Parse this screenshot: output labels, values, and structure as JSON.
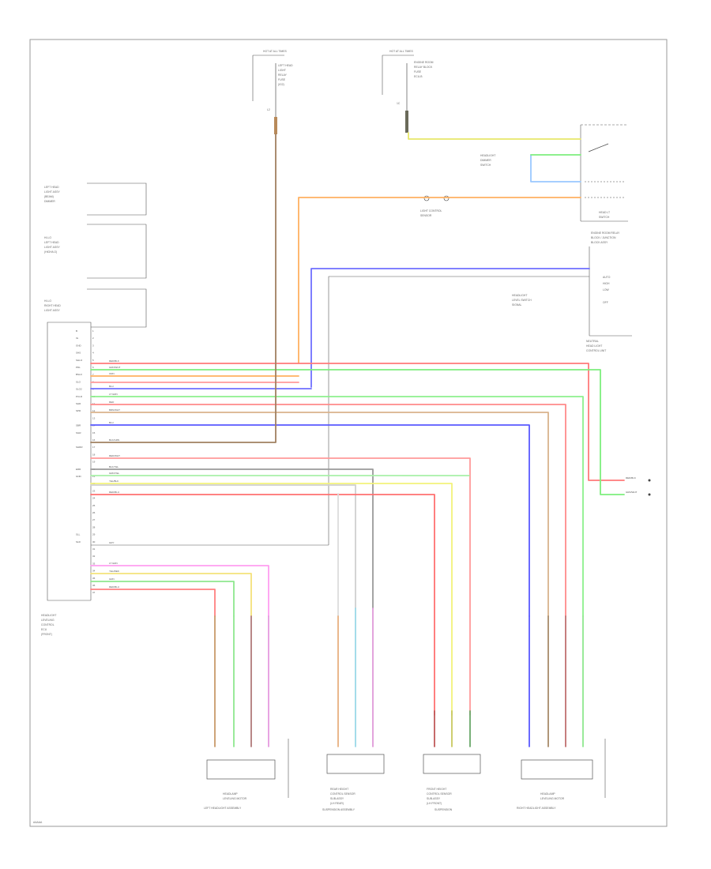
{
  "page": {
    "footer_code": "AAAAA"
  },
  "fuses": [
    {
      "id": "fuse-left",
      "title": "HOT AT ALL TIMES",
      "lines": [
        "LEFT HEAD",
        "LIGHT",
        "RELAY",
        "FUSE",
        "(IG2)"
      ],
      "pin": "L2"
    },
    {
      "id": "fuse-right",
      "title": "HOT AT ALL TIMES",
      "lines": [
        "ENGINE ROOM",
        "RELAY BLOCK",
        "FUSE",
        "ECU-B"
      ],
      "pin": "1C"
    }
  ],
  "left_modules": [
    {
      "lines": [
        "LEFT HEAD",
        "LIGHT ASSY",
        "(BEAM)",
        "DIMMER"
      ]
    },
    {
      "lines": [
        "HI-LO",
        "LEFT HEAD",
        "LIGHT ASSY",
        "(HIGH/LO)"
      ]
    },
    {
      "lines": [
        "HI-LO",
        "RIGHT HEAD",
        "LIGHT ASSY"
      ]
    }
  ],
  "ecu": {
    "label_lines": [
      "HEADLIGHT",
      "LEVELING",
      "CONTROL",
      "ECU",
      "(FRONT)"
    ]
  },
  "combo_switch": {
    "label_lines": [
      "HEADLIGHT",
      "DIMMER",
      "SWITCH"
    ],
    "caption": [
      "HEAD LT",
      "SWITCH"
    ]
  },
  "light_control": {
    "label_lines": [
      "LIGHT CONTROL",
      "SENSOR"
    ]
  },
  "power_source": {
    "title_lines": [
      "ENGINE ROOM RELAY",
      "BLOCK / JUNCTION",
      "BLOCK ASSY"
    ],
    "label_lines": [
      "HEADLIGHT",
      "LEVEL SWITCH",
      "SIGNAL"
    ],
    "caption": [
      "NEUTRAL",
      "HEAD LIGHT",
      "CONTROL UNIT"
    ],
    "pins": [
      "AUTO",
      "HIGH",
      "LOW",
      "OFF"
    ]
  },
  "bottom_components": [
    {
      "id": "left-actuator",
      "lines": [
        "HEADLAMP",
        "LEVELING MOTOR"
      ],
      "caption": "LEFT HEADLIGHT ASSEMBLY"
    },
    {
      "id": "rear-sensor",
      "lines": [
        "REAR HEIGHT",
        "CONTROL SENSOR",
        "SUB-ASSY",
        "(LH REAR)"
      ],
      "caption": "SUSPENSION ASSEMBLY"
    },
    {
      "id": "front-sensor",
      "lines": [
        "FRONT HEIGHT",
        "CONTROL SENSOR",
        "SUB-ASSY",
        "(LH FRONT)"
      ],
      "caption": "SUSPENSION"
    },
    {
      "id": "right-actuator",
      "lines": [
        "HEADLAMP",
        "LEVELING MOTOR"
      ],
      "caption": "RIGHT HEADLIGHT ASSEMBLY"
    }
  ],
  "right_connectors": [
    {
      "id": "conn-red",
      "label": "RED/BLK"
    },
    {
      "id": "conn-green",
      "label": "GRN/WHT"
    }
  ],
  "ecu_pins": [
    "1",
    "2",
    "3",
    "4",
    "5",
    "6",
    "7",
    "8",
    "9",
    "10",
    "11",
    "12",
    "13",
    "14",
    "15",
    "16",
    "17",
    "18",
    "19",
    "20",
    "21",
    "22",
    "23",
    "24",
    "25",
    "26",
    "27",
    "28",
    "29",
    "30",
    "31",
    "32",
    "33",
    "34",
    "35",
    "36",
    "37"
  ],
  "ecu_pin_names": [
    "B",
    "IG",
    "GND",
    "SHS",
    "SHLO",
    "PDL",
    "BSLO",
    "SLO",
    "SLO2",
    "PCLR",
    "SHR",
    "SPR",
    "",
    "SBR",
    "SGR",
    "",
    "SHRR",
    "",
    "",
    "ERR",
    "GND",
    "",
    "",
    "",
    "",
    "",
    "",
    "",
    "SLL",
    "SLR",
    "",
    "",
    "",
    "",
    "",
    "",
    ""
  ],
  "wires": [
    {
      "id": "w-red-1",
      "label": "RED/BLK",
      "color": "#ff7a7a"
    },
    {
      "id": "w-green-1",
      "label": "GRN/WHT",
      "color": "#7dee7d"
    },
    {
      "id": "w-orange",
      "label": "ORN",
      "color": "#ffb060"
    },
    {
      "id": "w-blue-1",
      "label": "BLU",
      "color": "#6f6fff"
    },
    {
      "id": "w-green-2",
      "label": "LT GRN",
      "color": "#8df08d"
    },
    {
      "id": "w-red-2",
      "label": "RED",
      "color": "#ff8a8a"
    },
    {
      "id": "w-tan",
      "label": "BRN/WHT",
      "color": "#d9b38c"
    },
    {
      "id": "w-blue-2",
      "label": "BLU",
      "color": "#5a5aff"
    },
    {
      "id": "w-brown",
      "label": "BLK/GRN",
      "color": "#a08060"
    },
    {
      "id": "w-red-3",
      "label": "RED/WHT",
      "color": "#ff9a9a"
    },
    {
      "id": "w-gray",
      "label": "BLK/YEL",
      "color": "#9a9a9a"
    },
    {
      "id": "w-green-3",
      "label": "GRN/YEL",
      "color": "#a8f0a8"
    },
    {
      "id": "w-yellow",
      "label": "YEL/BLK",
      "color": "#f2f27a"
    },
    {
      "id": "w-red-4",
      "label": "RED/BLU",
      "color": "#ff7070"
    },
    {
      "id": "w-gray-2",
      "label": "GRY",
      "color": "#b0b0b0"
    },
    {
      "id": "w-pink",
      "label": "LT GRN",
      "color": "#ff9ef0"
    },
    {
      "id": "w-yellow-2",
      "label": "YEL/RED",
      "color": "#f4e27a"
    },
    {
      "id": "w-green-4",
      "label": "GRN",
      "color": "#8ee88e"
    },
    {
      "id": "w-red-5",
      "label": "RED/BLU",
      "color": "#ff8080"
    }
  ]
}
